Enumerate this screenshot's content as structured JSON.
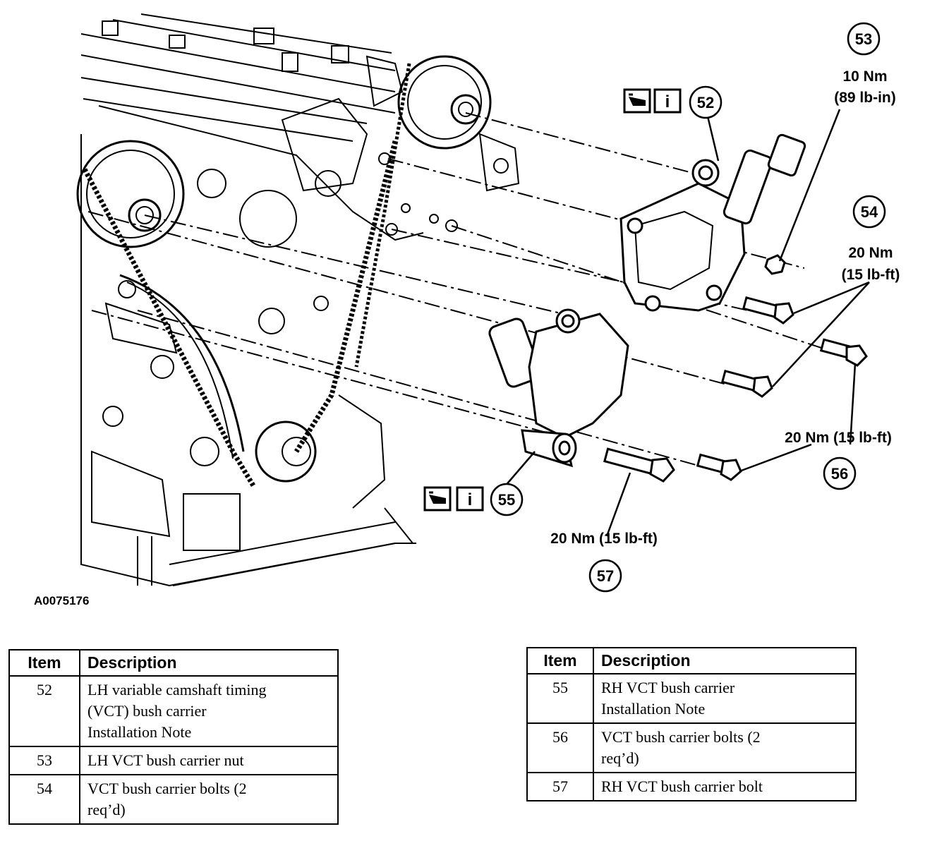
{
  "callouts": {
    "c52": "52",
    "c53": "53",
    "c54": "54",
    "c55": "55",
    "c56": "56",
    "c57": "57"
  },
  "torques": {
    "t53_line1": "10 Nm",
    "t53_line2": "(89 lb-in)",
    "t54_line1": "20 Nm",
    "t54_line2": "(15 lb-ft)",
    "t56": "20 Nm (15 lb-ft)",
    "t57": "20 Nm (15 lb-ft)"
  },
  "icons": {
    "info_letter": "i"
  },
  "figure_id": "A0075176",
  "tables": {
    "header_item": "Item",
    "header_description": "Description",
    "left": [
      {
        "item": "52",
        "lines": [
          "LH variable camshaft timing",
          "(VCT) bush carrier",
          "Installation Note"
        ]
      },
      {
        "item": "53",
        "lines": [
          "LH VCT bush carrier nut"
        ]
      },
      {
        "item": "54",
        "lines": [
          "VCT bush carrier bolts (2",
          "req’d)"
        ]
      }
    ],
    "right": [
      {
        "item": "55",
        "lines": [
          "RH VCT bush carrier",
          "Installation Note"
        ]
      },
      {
        "item": "56",
        "lines": [
          "VCT bush carrier bolts (2",
          "req’d)"
        ]
      },
      {
        "item": "57",
        "lines": [
          "RH VCT bush carrier bolt"
        ]
      }
    ]
  }
}
